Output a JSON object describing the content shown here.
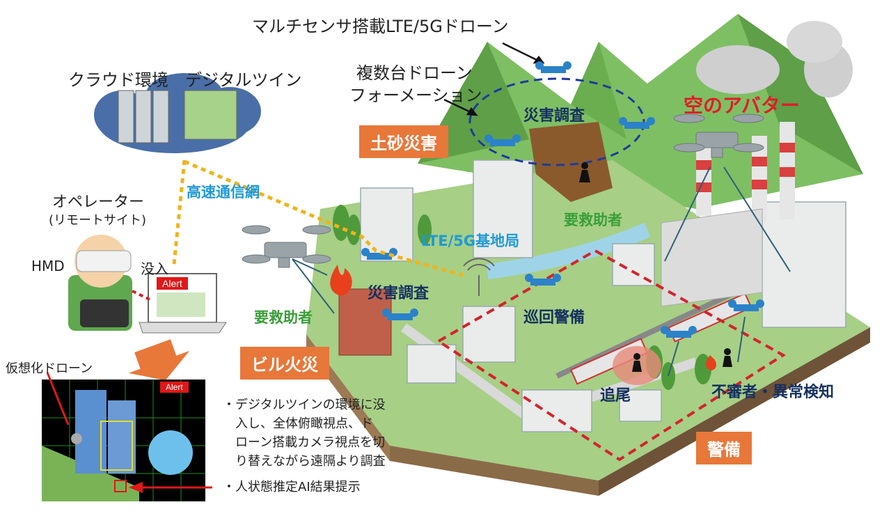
{
  "cloud": {
    "title": "クラウド環境　デジタルツイン"
  },
  "network": {
    "label": "高速通信網"
  },
  "operator": {
    "title": "オペレーター",
    "subtitle": "(リモートサイト)",
    "hmd": "HMD",
    "immersion": "没入",
    "alert": "Alert"
  },
  "virtual": {
    "label": "仮想化ドローン",
    "alert": "Alert"
  },
  "drone_lte": {
    "label": "マルチセンサ搭載LTE/5Gドローン"
  },
  "formation": {
    "line1": "複数台ドローン",
    "line2": "フォーメーション"
  },
  "landslide": {
    "title": "土砂災害",
    "survey": "災害調査",
    "rescue": "要救助者"
  },
  "sky_avatar": {
    "label": "空のアバター"
  },
  "base_station": {
    "label": "LTE/5G基地局"
  },
  "building_fire": {
    "title": "ビル火災",
    "survey": "災害調査",
    "rescue": "要救助者"
  },
  "security": {
    "title": "警備",
    "patrol": "巡回警備",
    "chase": "追尾",
    "detect": "不審者・異常検知"
  },
  "bullets": [
    "・デジタルツインの環境に没",
    "　入し、全体俯瞰視点、ド",
    "　ローン搭載カメラ視点を切",
    "　り替えながら遠隔より調査",
    "・人状態推定AI結果提示"
  ],
  "colors": {
    "orange": "#e8773a",
    "blue_text": "#1f9ad6",
    "green_text": "#3a9e3a",
    "navy_text": "#15305f",
    "red_text": "#e11c2a",
    "alert_red": "#e01818"
  }
}
